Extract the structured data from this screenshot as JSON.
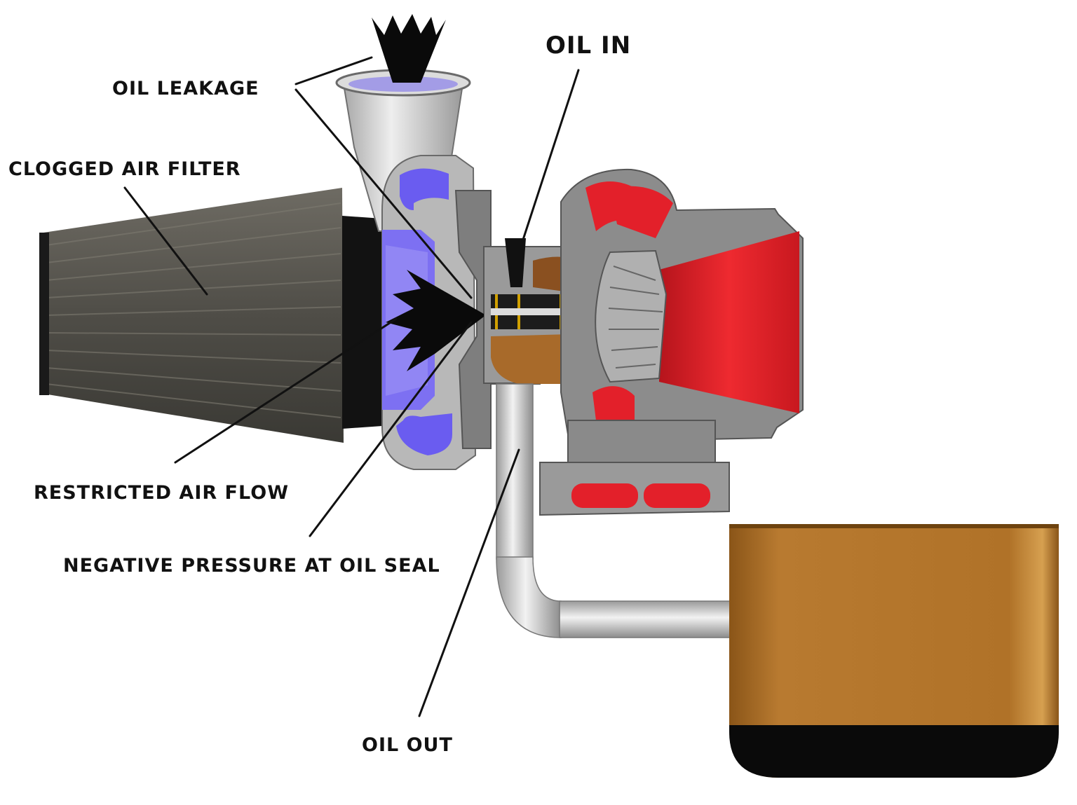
{
  "labels": {
    "oil_in": "OIL IN",
    "oil_leakage": "OIL LEAKAGE",
    "clogged_air_filter": "CLOGGED AIR FILTER",
    "restricted_air_flow": "RESTRICTED AIR FLOW",
    "negative_pressure": "NEGATIVE PRESSURE AT OIL SEAL",
    "oil_out": "OIL OUT"
  },
  "colors": {
    "filter": "#5c5a54",
    "compressor_blue": "#6a5cf0",
    "turbine_red": "#e3202a",
    "oil_brown": "#a86a2a",
    "oil_pan": "#b87a30",
    "sludge": "#0a0a0a",
    "housing_gray": "#8a8a8a",
    "pipe_silver": "#c8c8c8"
  }
}
